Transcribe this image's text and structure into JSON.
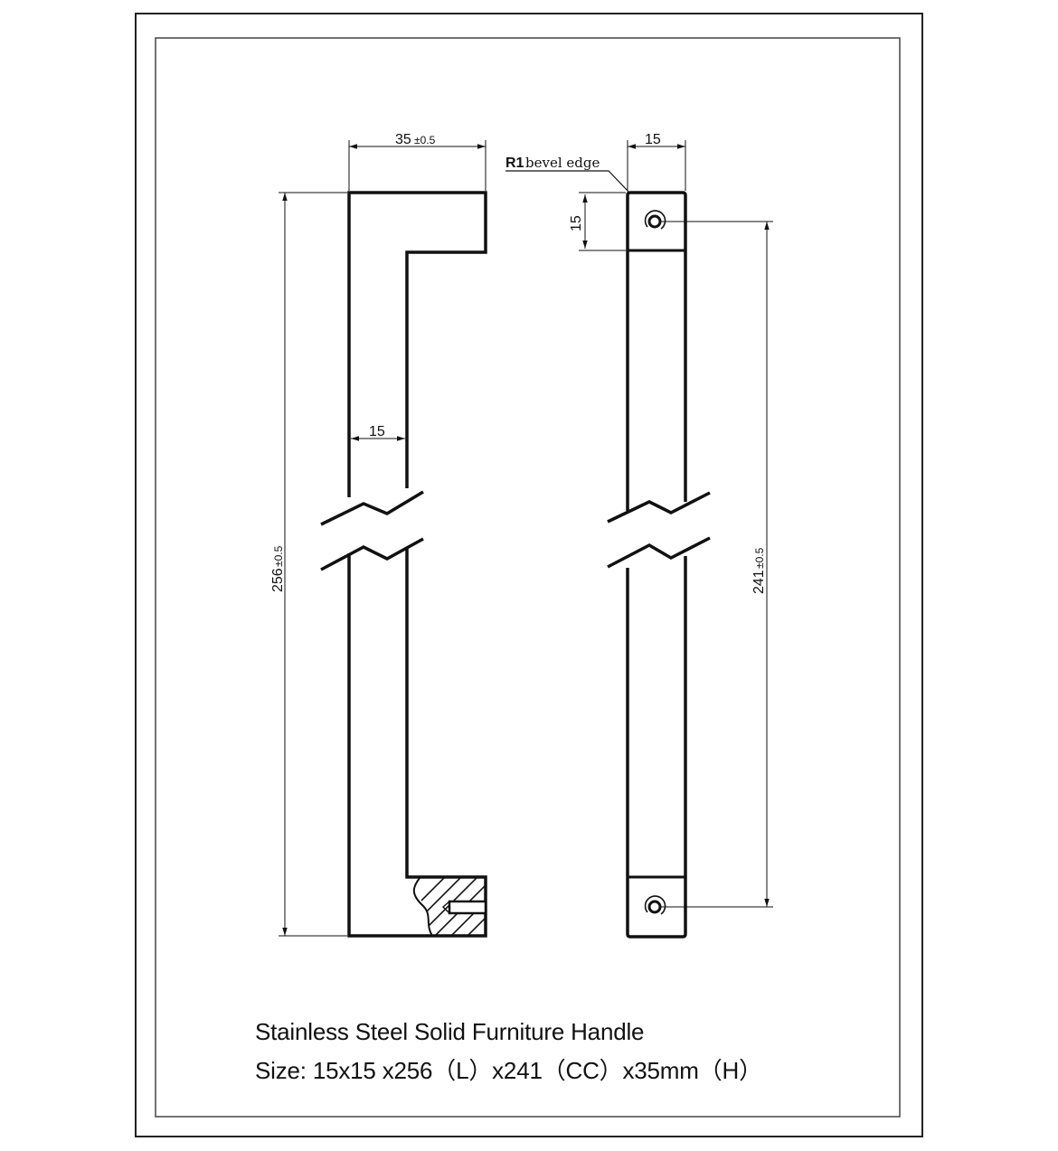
{
  "drawing": {
    "title": "Stainless Steel Solid Furniture Handle",
    "size_line": "Size: 15x15 x256（L）x241（CC）x35mm（H）",
    "side_view": {
      "height_dim": {
        "value": "256",
        "tol": "±0.5"
      },
      "depth_dim": {
        "value": "35",
        "tol": "±0.5"
      },
      "bar_width_dim": "15"
    },
    "front_view": {
      "width_dim": "15",
      "end_square_dim": "15",
      "center_to_center_dim": {
        "value": "241",
        "tol": "±0.5"
      },
      "bevel_note": {
        "prefix": "R1",
        "text": "bevel edge"
      }
    },
    "colors": {
      "line": "#111111",
      "background": "#ffffff",
      "frame": "#222222"
    }
  }
}
